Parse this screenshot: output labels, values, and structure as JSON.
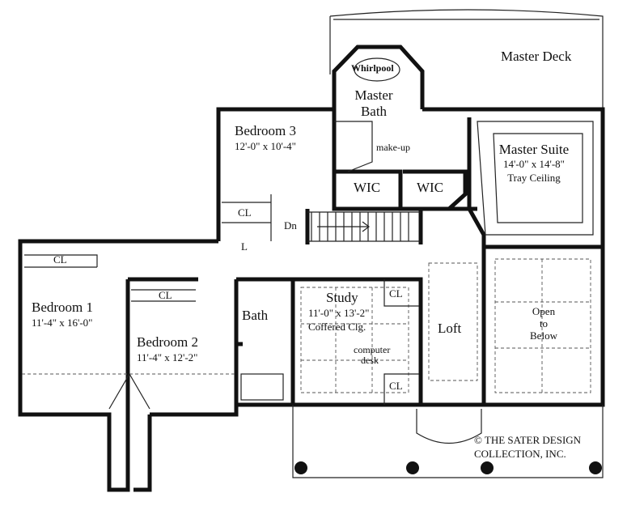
{
  "rooms": {
    "master_deck": "Master Deck",
    "whirlpool": "Whirlpool",
    "master_bath_l1": "Master",
    "master_bath_l2": "Bath",
    "make_up": "make-up",
    "master_suite": "Master Suite",
    "master_suite_dim": "14'-0\" x 14'-8\"",
    "master_suite_note": "Tray Ceiling",
    "bedroom3": "Bedroom 3",
    "bedroom3_dim": "12'-0\" x 10'-4\"",
    "wic_left": "WIC",
    "wic_right": "WIC",
    "cl_bed3": "CL",
    "linen": "L",
    "dn": "Dn",
    "bedroom1": "Bedroom 1",
    "bedroom1_dim": "11'-4\" x 16'-0\"",
    "cl_bed1": "CL",
    "bedroom2": "Bedroom 2",
    "bedroom2_dim": "11'-4\" x 12'-2\"",
    "cl_bed2": "CL",
    "bath": "Bath",
    "study": "Study",
    "study_dim": "11'-0\" x 13'-2\"",
    "study_note": "Coffered Clg.",
    "computer_desk_l1": "computer",
    "computer_desk_l2": "desk",
    "cl_study_top": "CL",
    "cl_study_bottom": "CL",
    "loft": "Loft",
    "open_below_l1": "Open",
    "open_below_l2": "to",
    "open_below_l3": "Below"
  },
  "copyright": {
    "line1": "© THE SATER DESIGN",
    "line2": "COLLECTION, INC."
  },
  "colors": {
    "wall": "#111111",
    "background": "#ffffff"
  }
}
